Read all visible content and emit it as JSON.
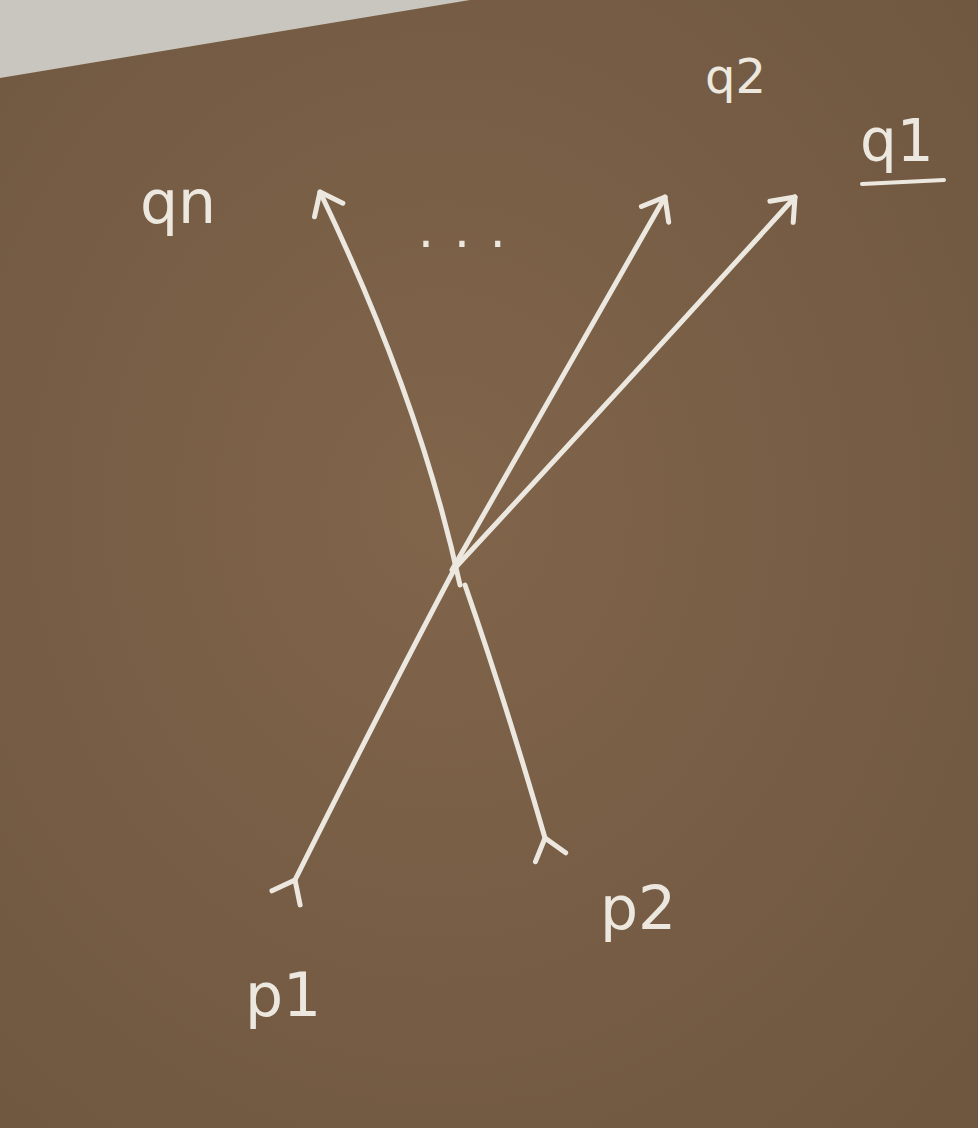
{
  "diagram": {
    "labels": [
      "q2",
      "q1",
      "qn",
      "...",
      "p1",
      "p2"
    ]
  }
}
